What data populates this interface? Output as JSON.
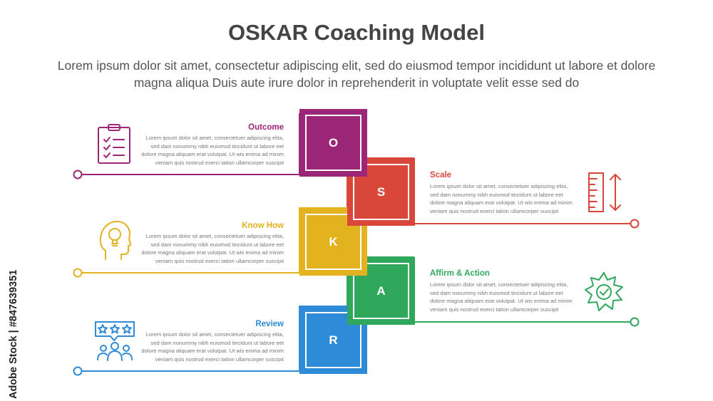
{
  "header": {
    "title": "OSKAR Coaching Model",
    "subtitle": "Lorem ipsum dolor sit amet, consectetur adipiscing elit, sed do eiusmod tempor incididunt ut labore et dolore magna aliqua Duis aute irure dolor in reprehenderit in voluptate velit esse sed do"
  },
  "steps": [
    {
      "letter": "O",
      "label": "Outcome",
      "text": "Lorem ipsum dolor sit amet, consectetuer adipiscing elita, sed dam nonummy nibh euismod tincidunt ut labore eet dolore magna aliquam erat volutpat. Ut wis enima ad minim veniam quis nostrud exerci tation ullamcorper suscipit",
      "color": "#9B2577",
      "icon": "clipboard-checklist-icon"
    },
    {
      "letter": "S",
      "label": "Scale",
      "text": "Lorem ipsum dolor sit amet, consectetuer adipiscing elita, sed dam nonummy nibh euismod tincidunt ut labore eet dolore magna aliquam erat volutpat. Ut wis enima ad minim veniam quis nostrud exerci tation ullamcorper suscipit",
      "color": "#D9473B",
      "icon": "ruler-scale-icon"
    },
    {
      "letter": "K",
      "label": "Know How",
      "text": "Lorem ipsum dolor sit amet, consectetuer adipiscing elita, sed dam nonummy nibh euismod tincidunt ut labore eet dolore magna aliquam erat volutpat. Ut wis enima ad minim veniam quis nostrud exerci tation ullamcorper suscipit",
      "color": "#E2B21F",
      "icon": "head-lightbulb-icon"
    },
    {
      "letter": "A",
      "label": "Affirm & Action",
      "text": "Lorem ipsum dolor sit amet, consectetuer adipiscing elita, sed dam nonummy nibh euismod tincidunt ut labore eet dolore magna aliquam erat volutpat. Ut wis enima ad minim veniam quis nostrud exerci tation ullamcorper suscipit",
      "color": "#2FA85C",
      "icon": "badge-check-icon"
    },
    {
      "letter": "R",
      "label": "Review",
      "text": "Lorem ipsum dolor sit amet, consectetuer adipiscing elita, sed dam nonummy nibh euismod tincidunt ut labore eet dolore magna aliquam erat volutpat. Ut wis enima ad minim veniam quis nostrud exerci tation ullamcorper suscipit",
      "color": "#2E8BD8",
      "icon": "rating-team-icon"
    }
  ],
  "watermark": "Adobe Stock | #847639351"
}
